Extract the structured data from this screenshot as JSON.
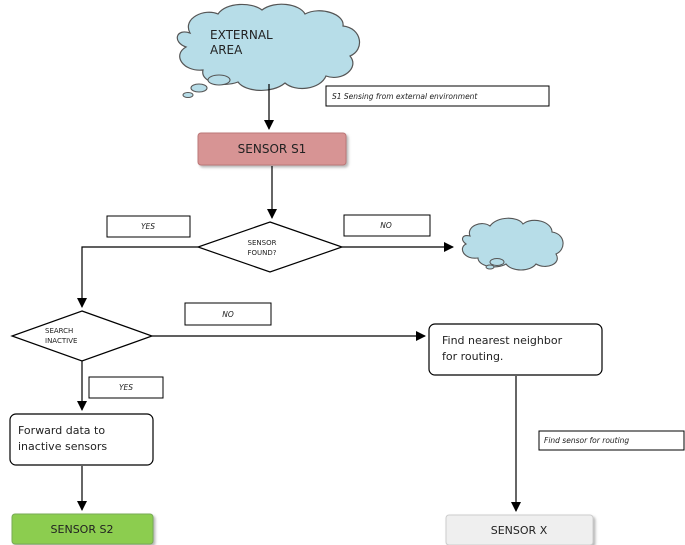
{
  "nodes": {
    "cloud_external": [
      "EXTERNAL",
      "AREA"
    ],
    "sensor_s1": "SENSOR S1",
    "decision_sensor_found": [
      "SENSOR",
      "FOUND?"
    ],
    "decision_search_inactive": [
      "SEARCH",
      "INACTIVE"
    ],
    "find_neighbor": [
      "Find nearest neighbor",
      "for routing."
    ],
    "forward_data": [
      "Forward data to",
      "inactive sensors"
    ],
    "sensor_s2": "SENSOR S2",
    "sensor_x": "SENSOR X"
  },
  "labels": {
    "note_s1": "S1 Sensing from external environment",
    "yes_1": "YES",
    "no_1": "NO",
    "no_2": "NO",
    "yes_2": "YES",
    "find_sensor_routing": "Find sensor for routing"
  },
  "colors": {
    "cloud_fill": "#b7dde8",
    "sensor_s1_fill": "#d79494",
    "sensor_s2_fill": "#8ccd50",
    "sensor_x_fill": "#efefef",
    "line": "#000000"
  }
}
